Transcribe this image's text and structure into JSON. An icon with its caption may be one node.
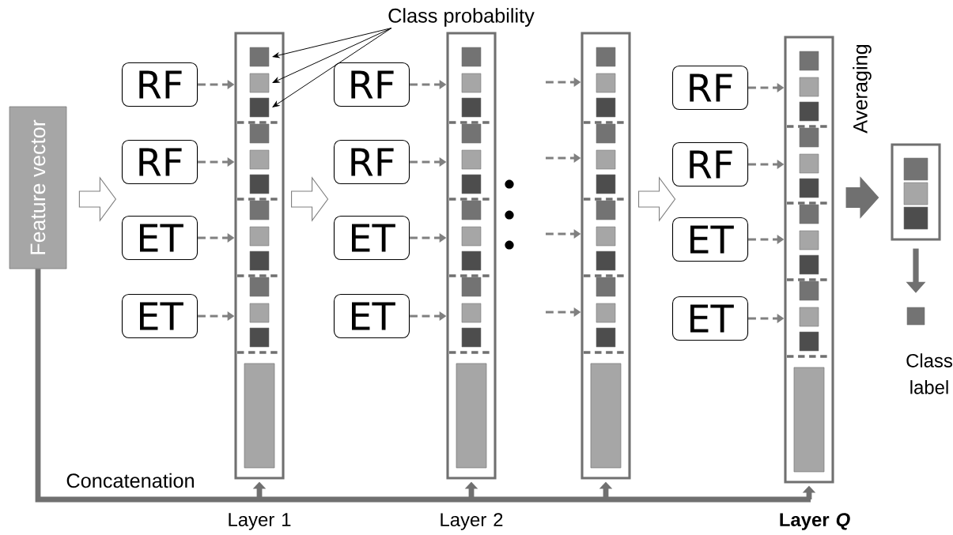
{
  "diagram": {
    "nodes": [
      {
        "text": [
          "Feature vector"
        ]
      },
      {
        "text": [
          "RF"
        ]
      },
      {
        "text": [
          "RF"
        ]
      },
      {
        "text": [
          "ET"
        ]
      },
      {
        "text": [
          "ET"
        ]
      },
      {
        "text": [],
        "shape": "box",
        "beside": [
          "Layer 1"
        ]
      },
      {
        "text": [
          "Class probability"
        ]
      },
      {
        "text": [
          "RF"
        ]
      },
      {
        "text": [
          "RF"
        ]
      },
      {
        "text": [
          "ET"
        ]
      },
      {
        "text": [
          "ET"
        ]
      },
      {
        "text": [],
        "shape": "box",
        "beside": [
          "Layer 2"
        ]
      },
      {
        "text": [],
        "shape": "box"
      },
      {
        "text": [
          "RF"
        ]
      },
      {
        "text": [
          "RF"
        ]
      },
      {
        "text": [
          "ET"
        ]
      },
      {
        "text": [
          "ET"
        ]
      },
      {
        "text": [],
        "shape": "box",
        "beside": [
          "Layer *Q*"
        ]
      },
      {
        "text": [],
        "shape": "box"
      },
      {
        "text": [],
        "shape": "box",
        "beside": [
          "Class label"
        ]
      }
    ],
    "edges": [
      {
        "from": 0,
        "to": null,
        "arrow": "to",
        "style": "thick"
      },
      {
        "from": 1,
        "to": 5,
        "arrow": "to",
        "style": "dashed"
      },
      {
        "from": 2,
        "to": 5,
        "arrow": "to",
        "style": "dashed"
      },
      {
        "from": 3,
        "to": 5,
        "arrow": "to",
        "style": "dashed"
      },
      {
        "from": 4,
        "to": 5,
        "arrow": "to",
        "style": "dashed"
      },
      {
        "from": 6,
        "to": 5,
        "arrow": "to",
        "color": "#000000"
      },
      {
        "from": 6,
        "to": 5,
        "arrow": "to",
        "color": "#000000"
      },
      {
        "from": 6,
        "to": 5,
        "arrow": "to",
        "color": "#000000"
      },
      {
        "from": 5,
        "to": null,
        "arrow": "to",
        "style": "thick"
      },
      {
        "from": 7,
        "to": 11,
        "arrow": "to",
        "style": "dashed"
      },
      {
        "from": 8,
        "to": 11,
        "arrow": "to",
        "style": "dashed"
      },
      {
        "from": 9,
        "to": 11,
        "arrow": "to",
        "style": "dashed"
      },
      {
        "from": 10,
        "to": 11,
        "arrow": "to",
        "style": "dashed"
      },
      {
        "from": null,
        "to": 12,
        "arrow": "to",
        "style": "dashed"
      },
      {
        "from": null,
        "to": 12,
        "arrow": "to",
        "style": "dashed"
      },
      {
        "from": null,
        "to": 12,
        "arrow": "to",
        "style": "dashed"
      },
      {
        "from": null,
        "to": 12,
        "arrow": "to",
        "style": "dashed"
      },
      {
        "from": 12,
        "to": null,
        "arrow": "to",
        "style": "thick"
      },
      {
        "from": 13,
        "to": 17,
        "arrow": "to",
        "style": "dashed"
      },
      {
        "from": 14,
        "to": 17,
        "arrow": "to",
        "style": "dashed"
      },
      {
        "from": 15,
        "to": 17,
        "arrow": "to",
        "style": "dashed"
      },
      {
        "from": 16,
        "to": 17,
        "arrow": "to",
        "style": "dashed"
      },
      {
        "from": 17,
        "to": 18,
        "arrow": "to",
        "style": "thick",
        "color": "#707070",
        "label": "Averaging"
      },
      {
        "from": 18,
        "to": 19,
        "arrow": "to",
        "style": "thick",
        "color": "#707070"
      },
      {
        "from": 0,
        "to": 5,
        "arrow": "to",
        "style": "thick",
        "color": "#707070",
        "label": "Concatenation"
      },
      {
        "from": 0,
        "to": 11,
        "arrow": "to",
        "style": "thick",
        "color": "#707070"
      },
      {
        "from": 0,
        "to": 12,
        "arrow": "to",
        "style": "thick",
        "color": "#707070"
      },
      {
        "from": 0,
        "to": 17,
        "arrow": "to",
        "style": "thick",
        "color": "#707070"
      }
    ]
  }
}
